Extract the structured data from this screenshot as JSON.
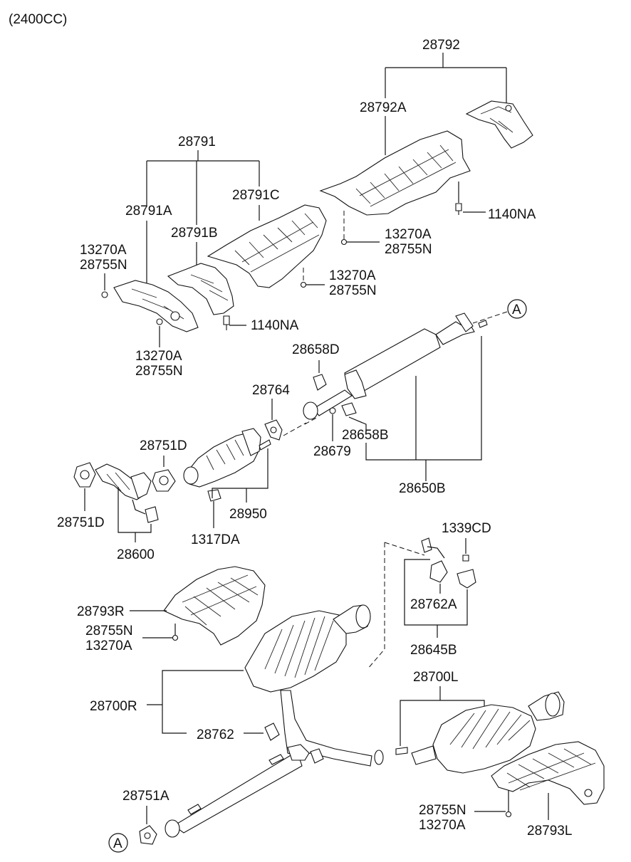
{
  "header": {
    "engine": "(2400CC)"
  },
  "labels": {
    "p28792": "28792",
    "p28792A": "28792A",
    "p1140NA_top": "1140NA",
    "p13270A_a": "13270A",
    "p28755N_a": "28755N",
    "p28791": "28791",
    "p28791A": "28791A",
    "p28791B": "28791B",
    "p28791C": "28791C",
    "p13270A_b": "13270A",
    "p28755N_b": "28755N",
    "p13270A_c": "13270A",
    "p28755N_c": "28755N",
    "p13270A_d": "13270A",
    "p28755N_d": "28755N",
    "p1140NA_mid": "1140NA",
    "ref_A_top": "A",
    "p28658D": "28658D",
    "p28764": "28764",
    "p28751D_a": "28751D",
    "p28658B": "28658B",
    "p28679": "28679",
    "p28650B": "28650B",
    "p28950": "28950",
    "p1317DA": "1317DA",
    "p28751D_b": "28751D",
    "p28600": "28600",
    "p1339CD": "1339CD",
    "p28762A": "28762A",
    "p28645B": "28645B",
    "p28793R": "28793R",
    "p28755N_e": "28755N",
    "p13270A_e": "13270A",
    "p28700R": "28700R",
    "p28762": "28762",
    "p28700L": "28700L",
    "p28751A": "28751A",
    "ref_A_bottom": "A",
    "p28755N_f": "28755N",
    "p13270A_f": "13270A",
    "p28793L": "28793L"
  }
}
